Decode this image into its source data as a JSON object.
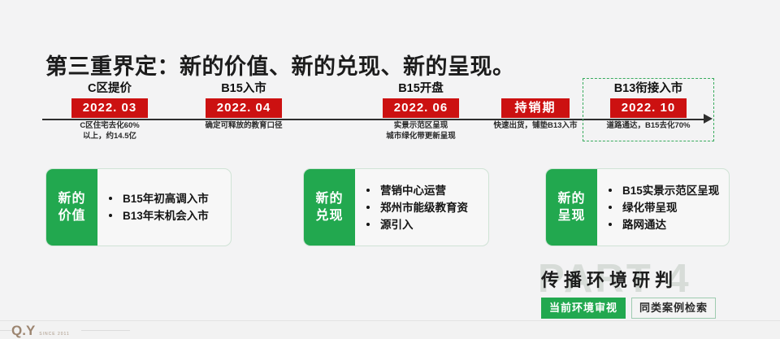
{
  "slide": {
    "title": "第三重界定：新的价值、新的兑现、新的呈现。"
  },
  "timeline": {
    "nodes": [
      {
        "title": "C区提价",
        "badge": "2022. 03",
        "caption_line1": "C区住宅去化60%",
        "caption_line2": "以上，约14.5亿",
        "highlighted": "false"
      },
      {
        "title": "B15入市",
        "badge": "2022. 04",
        "caption_line1": "确定可释放的教育口径",
        "caption_line2": "",
        "highlighted": "false"
      },
      {
        "title": "B15开盘",
        "badge": "2022. 06",
        "caption_line1": "实景示范区呈现",
        "caption_line2": "城市绿化带更新呈现",
        "highlighted": "false"
      },
      {
        "title": "",
        "badge": "持销期",
        "caption_line1": "快速出货，铺垫B13入市",
        "caption_line2": "",
        "highlighted": "false"
      },
      {
        "title": "B13衔接入市",
        "badge": "2022. 10",
        "caption_line1": "道路通达，B15去化70%",
        "caption_line2": "",
        "highlighted": "true"
      }
    ]
  },
  "cards": [
    {
      "tab_line1": "新的",
      "tab_line2": "价值",
      "items": [
        "B15年初高调入市",
        "B13年末机会入市"
      ]
    },
    {
      "tab_line1": "新的",
      "tab_line2": "兑现",
      "items": [
        "营销中心运营",
        "郑州市能级教育资",
        "源引入"
      ]
    },
    {
      "tab_line1": "新的",
      "tab_line2": "呈现",
      "items": [
        "B15实景示范区呈现",
        "绿化带呈现",
        "路网通达"
      ]
    }
  ],
  "footer": {
    "watermark": "PART 4",
    "heading": "传播环境研判",
    "tabs": [
      {
        "label": "当前环境审视",
        "state": "active"
      },
      {
        "label": "同类案例检索",
        "state": "inactive"
      }
    ]
  },
  "logo": {
    "mark": "Q.Y",
    "tagline": "SINCE 2011"
  },
  "colors": {
    "green": "#22a84f",
    "red": "#cc1111",
    "background": "#f3f3f4",
    "watermark_gray": "#d7dcd8"
  }
}
